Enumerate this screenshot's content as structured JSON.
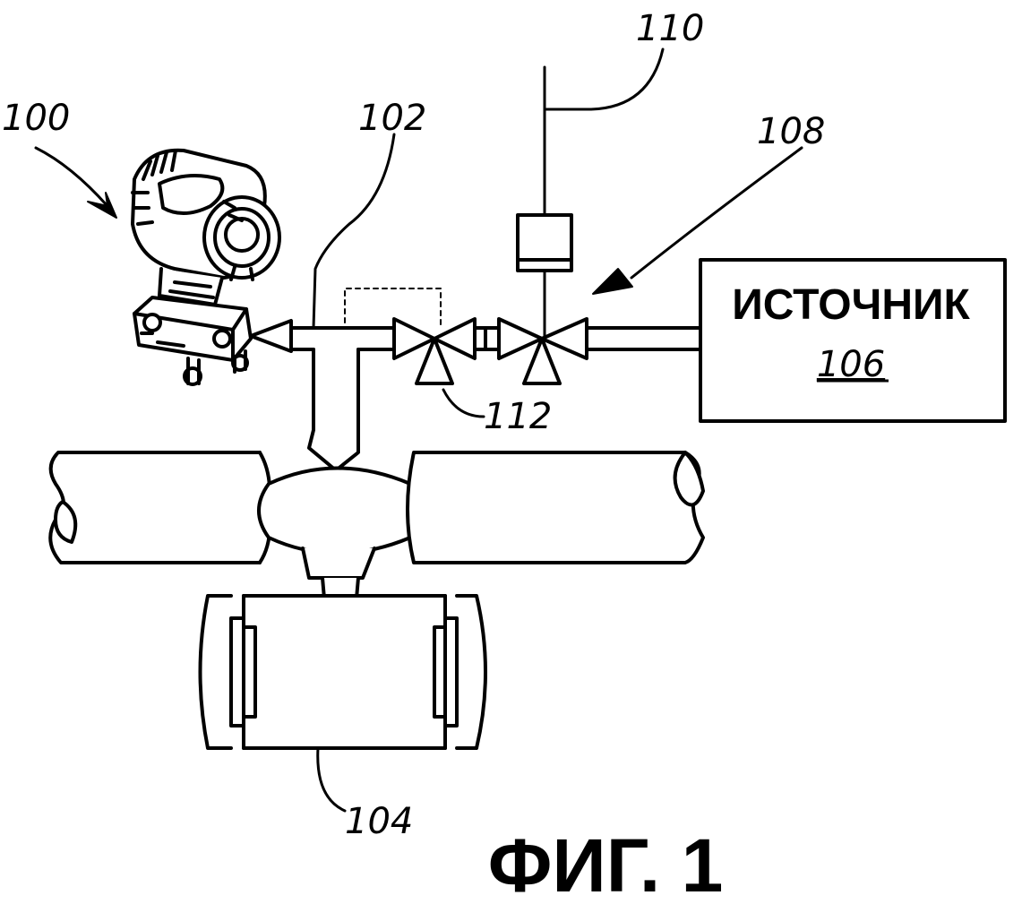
{
  "labels": {
    "transmitter": "100",
    "manifold": "102",
    "flowmeter": "104",
    "source_number": "106",
    "valve_arrow": "108",
    "signal_line": "110",
    "valve_ref": "112"
  },
  "source_box": {
    "title": "ИСТОЧНИК"
  },
  "figure_caption": "ФИГ. 1",
  "colors": {
    "ink": "#000000",
    "paper": "#ffffff"
  }
}
